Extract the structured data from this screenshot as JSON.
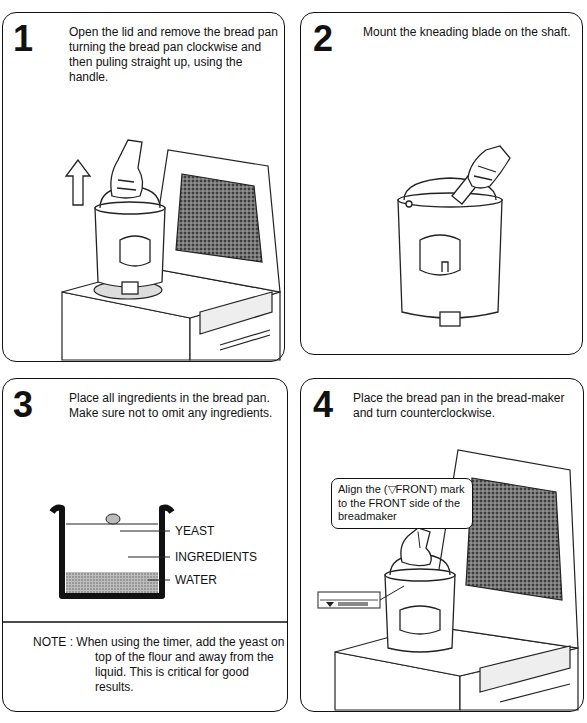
{
  "diagram": {
    "nodes": [
      {
        "text": [
          "1",
          "Open the lid and remove the bread pan turning the bread pan clockwise and then puling straight up, using the handle."
        ]
      },
      {
        "text": [
          "2",
          "Mount the kneading blade on the shaft."
        ]
      },
      {
        "text": [
          "3",
          "Place all ingredients in the bread pan. Make sure not to omit any ingredients.",
          "NOTE : When using the timer, add the yeast on top of the flour and away from the liquid. This is critical for good results."
        ]
      },
      {
        "text": [
          "4",
          "Place the bread pan in the bread-maker and turn counterclockwise."
        ]
      },
      {
        "text": [
          "Align the (▽FRONT) mark to the FRONT side of the breadmaker"
        ],
        "in": 3
      }
    ],
    "labels": [
      "YEAST",
      "INGREDIENTS",
      "WATER"
    ]
  }
}
